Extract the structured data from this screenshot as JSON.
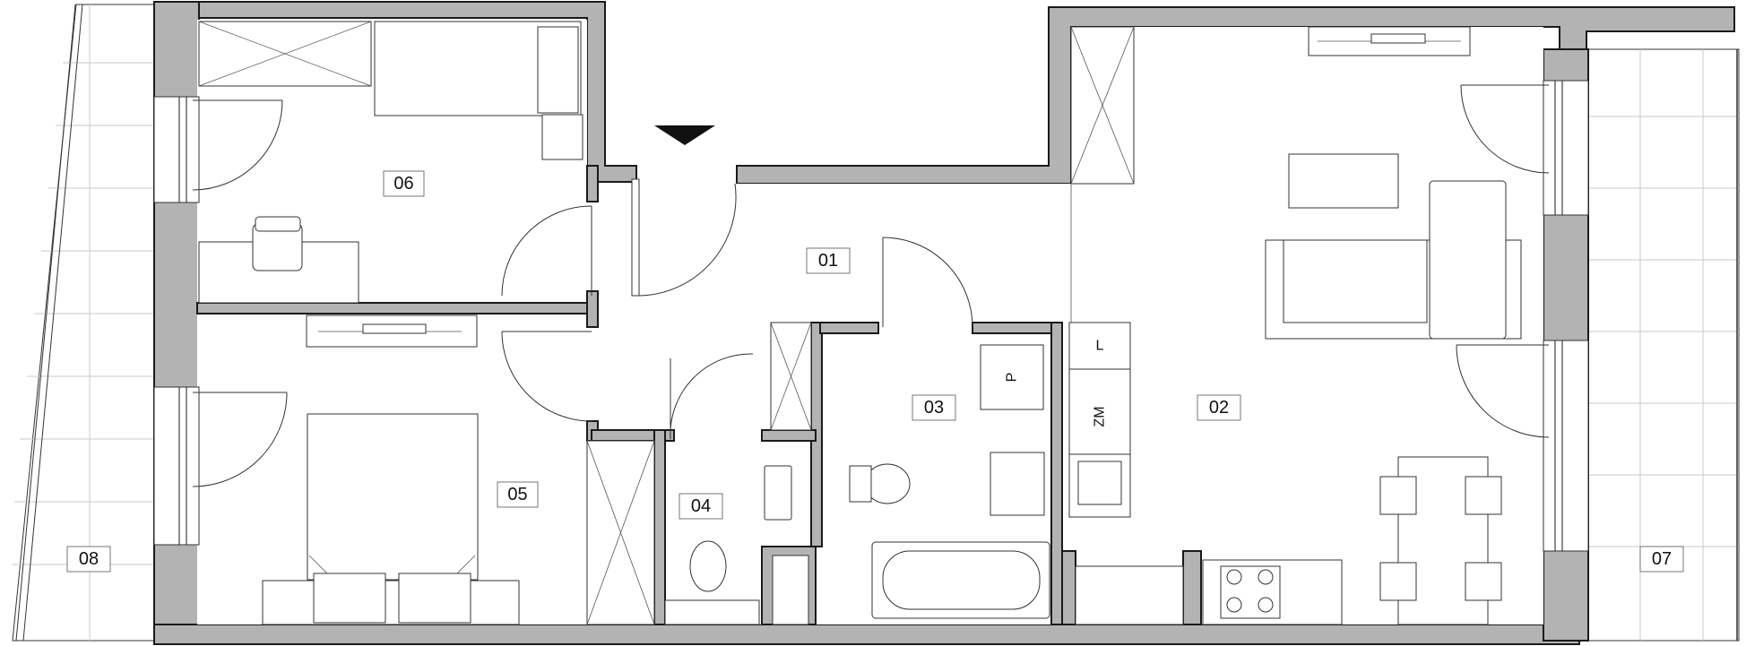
{
  "rooms": {
    "r01": "01",
    "r02": "02",
    "r03": "03",
    "r04": "04",
    "r05": "05",
    "r06": "06",
    "r07": "07",
    "r08": "08"
  },
  "appliances": {
    "fridge": "L",
    "dishwasher": "ZM",
    "washer": "P"
  },
  "entrance": {
    "marker": "entrance-arrow-icon"
  }
}
